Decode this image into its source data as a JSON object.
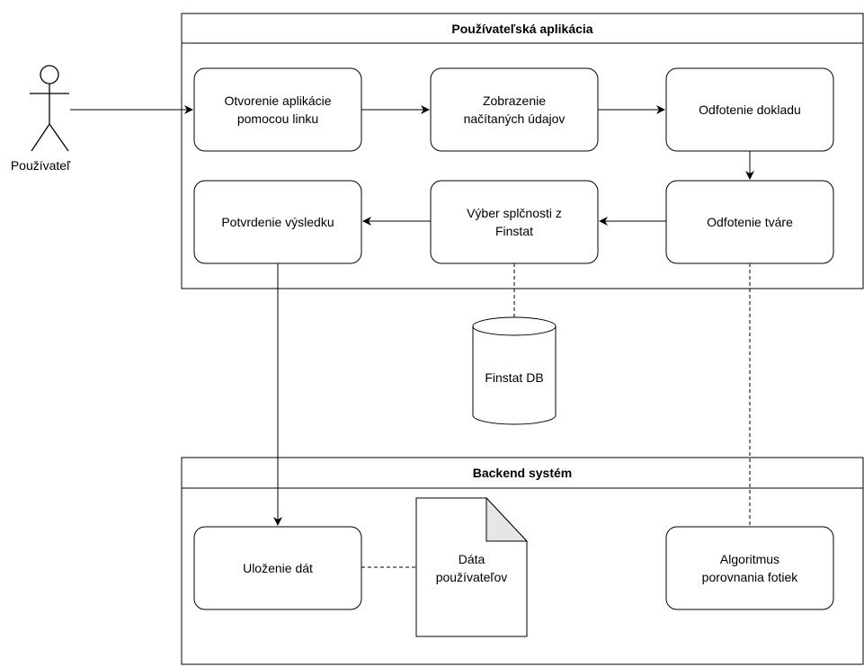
{
  "actor": {
    "label": "Používateľ"
  },
  "app_container": {
    "title": "Používateľská aplikácia"
  },
  "backend_container": {
    "title": "Backend systém"
  },
  "steps": {
    "open_app": "Otvorenie aplikácie\npomocou linku",
    "show_data": "Zobrazenie\nnačítaných údajov",
    "photo_document": "Odfotenie dokladu",
    "photo_face": "Odfotenie tváre",
    "select_company": "Výber splčnosti z\nFinstat",
    "confirm_result": "Potvrdenie výsledku"
  },
  "database": {
    "label": "Finstat DB"
  },
  "backend": {
    "save_data": "Uloženie dát",
    "user_data_doc": "Dáta\npoužívateľov",
    "compare_algo": "Algoritmus\nporovnania fotiek"
  }
}
